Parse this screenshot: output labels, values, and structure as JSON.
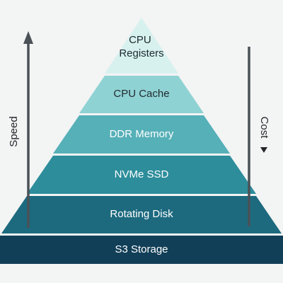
{
  "pyramid": {
    "tiers": [
      {
        "label_lines": [
          "CPU",
          "Registers"
        ],
        "fill": "#d7f1ef",
        "text_color": "#1f2a30"
      },
      {
        "label_lines": [
          "CPU Cache"
        ],
        "fill": "#8fd2d3",
        "text_color": "#1f2a30"
      },
      {
        "label_lines": [
          "DDR Memory"
        ],
        "fill": "#56b0b8",
        "text_color": "#ffffff"
      },
      {
        "label_lines": [
          "NVMe SSD"
        ],
        "fill": "#2d8d9b",
        "text_color": "#ffffff"
      },
      {
        "label_lines": [
          "Rotating Disk"
        ],
        "fill": "#1d6a7f",
        "text_color": "#ffffff"
      },
      {
        "label_lines": [
          "S3 Storage"
        ],
        "fill": "#123f58",
        "text_color": "#ffffff"
      }
    ]
  },
  "left_axis": {
    "label": "Speed",
    "direction": "up",
    "color": "#4a5157"
  },
  "right_axis": {
    "label": "Cost",
    "direction": "down",
    "color": "#4a5157"
  },
  "background": "#f3f4f4"
}
